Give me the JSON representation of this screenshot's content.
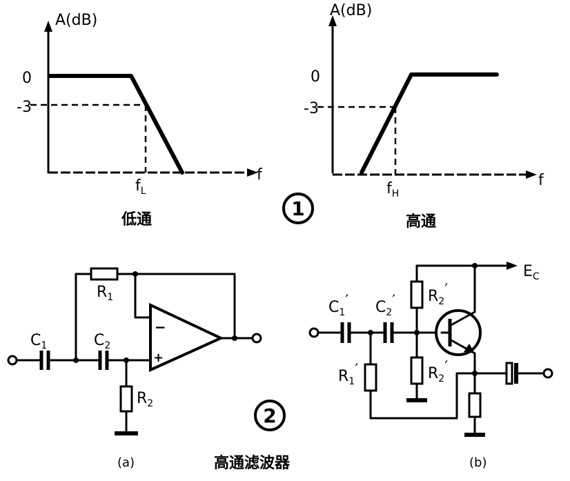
{
  "figure1": {
    "number": "1",
    "lowpass": {
      "y_axis_label": "A(dB)",
      "tick_0": "0",
      "tick_minus3": "-3",
      "x_axis_label": "f",
      "cutoff_main": "f",
      "cutoff_sub": "L",
      "caption": "低通"
    },
    "highpass": {
      "y_axis_label": "A(dB)",
      "tick_0": "0",
      "tick_minus3": "-3",
      "x_axis_label": "f",
      "cutoff_main": "f",
      "cutoff_sub": "H",
      "caption": "高通"
    }
  },
  "figure2": {
    "number": "2",
    "title": "高通滤波器",
    "circuit_a": {
      "label": "(a)",
      "c1": {
        "main": "C",
        "sub": "1"
      },
      "c2": {
        "main": "C",
        "sub": "2"
      },
      "r1": {
        "main": "R",
        "sub": "1"
      },
      "r2": {
        "main": "R",
        "sub": "2"
      },
      "minus": "−",
      "plus": "+"
    },
    "circuit_b": {
      "label": "(b)",
      "supply": {
        "main": "E",
        "sub": "C"
      },
      "c1p": {
        "main": "C",
        "sub": "1",
        "prime": "′"
      },
      "c2p": {
        "main": "C",
        "sub": "2",
        "prime": "′"
      },
      "r1p": {
        "main": "R",
        "sub": "1",
        "prime": "′"
      },
      "r2p_top": {
        "main": "R",
        "sub": "2",
        "prime": "′"
      },
      "r2p_bottom": {
        "main": "R",
        "sub": "2",
        "prime": "′"
      }
    }
  }
}
